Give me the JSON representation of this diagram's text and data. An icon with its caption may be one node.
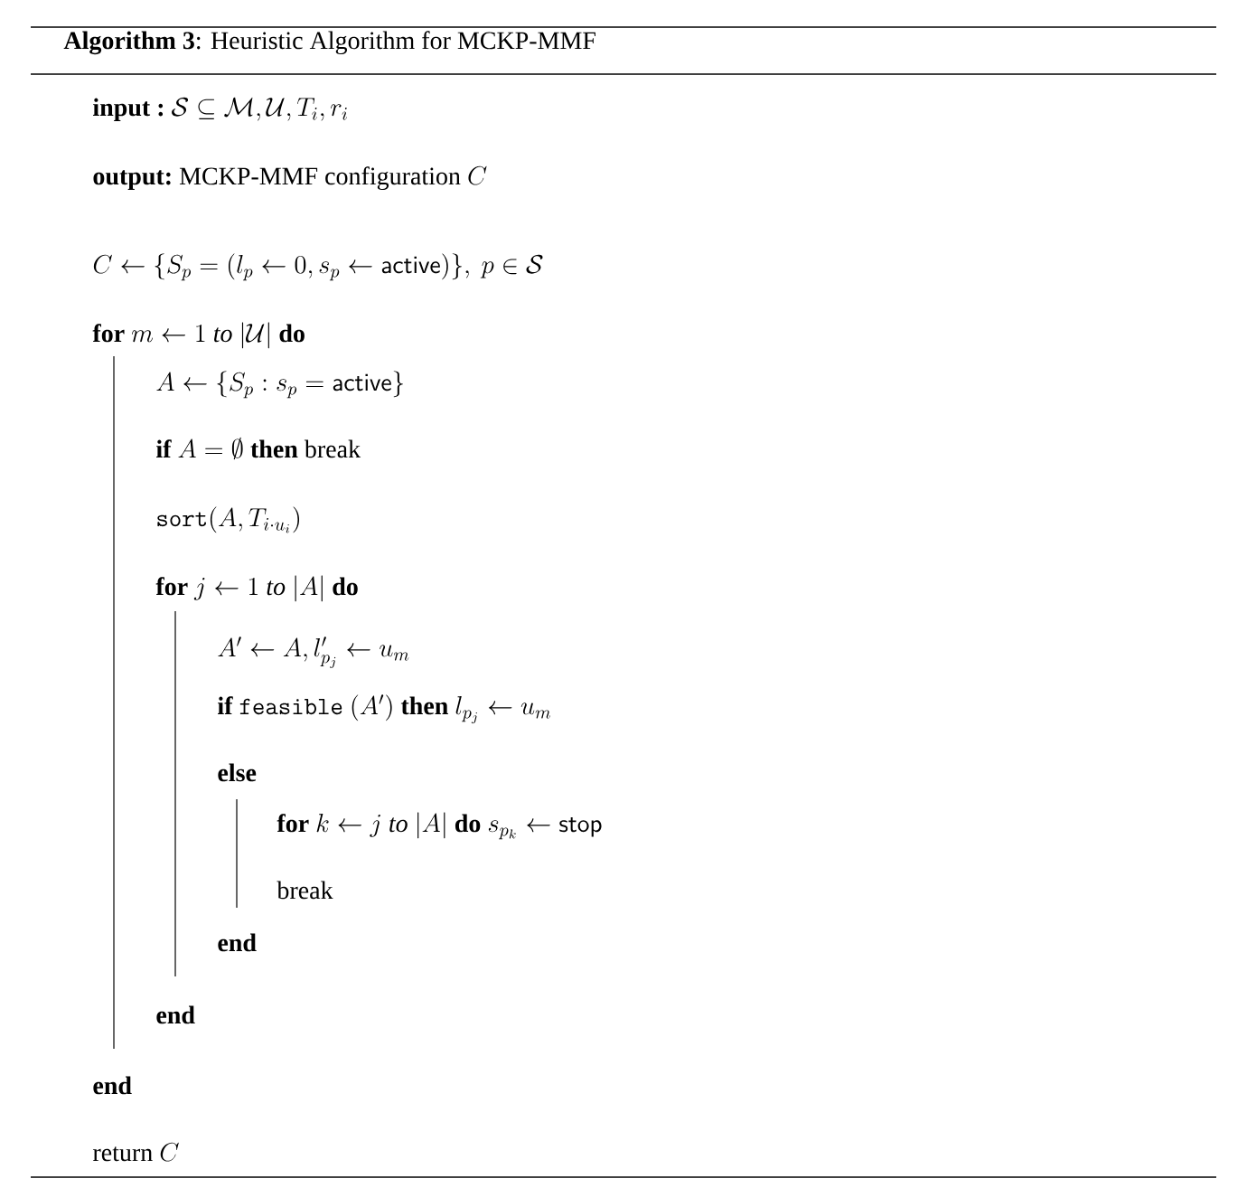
{
  "diagram": {
    "labels": [
      "**Algorithm 3**: Heuristic Algorithm for MCKP-MMF",
      "input :",
      "\\mathcal{S} \\subseteq \\mathcal{M}, \\mathcal{U}, T_i, r_i",
      "output:",
      "MCKP-MMF configuration",
      "C",
      "C \\leftarrow \\{S_p = (l_p \\leftarrow 0, s_p \\leftarrow \\mathsf{active})\\},\\ p \\in \\mathcal{S}",
      "for",
      "m \\leftarrow 1\\ \\mathit{to}\\ |\\mathcal{U}|",
      "do",
      "A \\leftarrow \\{S_p : s_p = \\mathsf{active}\\}",
      "if",
      "A = \\emptyset",
      "then",
      "break",
      "\\mathtt{sort}(A, T_{i \\cdot u_i})",
      "for",
      "j \\leftarrow 1\\ \\mathit{to}\\ |A|",
      "do",
      "A' \\leftarrow A, l'_{p_j} \\leftarrow u_m",
      "if",
      "\\mathtt{feasible}\\ (A')",
      "then",
      "l_{p_j} \\leftarrow u_m",
      "else",
      "for",
      "k \\leftarrow j\\ \\mathit{to}\\ |A|",
      "do",
      "s_{p_k} \\leftarrow \\mathsf{stop}",
      "break",
      "end",
      "end",
      "end",
      "return",
      "C"
    ]
  }
}
